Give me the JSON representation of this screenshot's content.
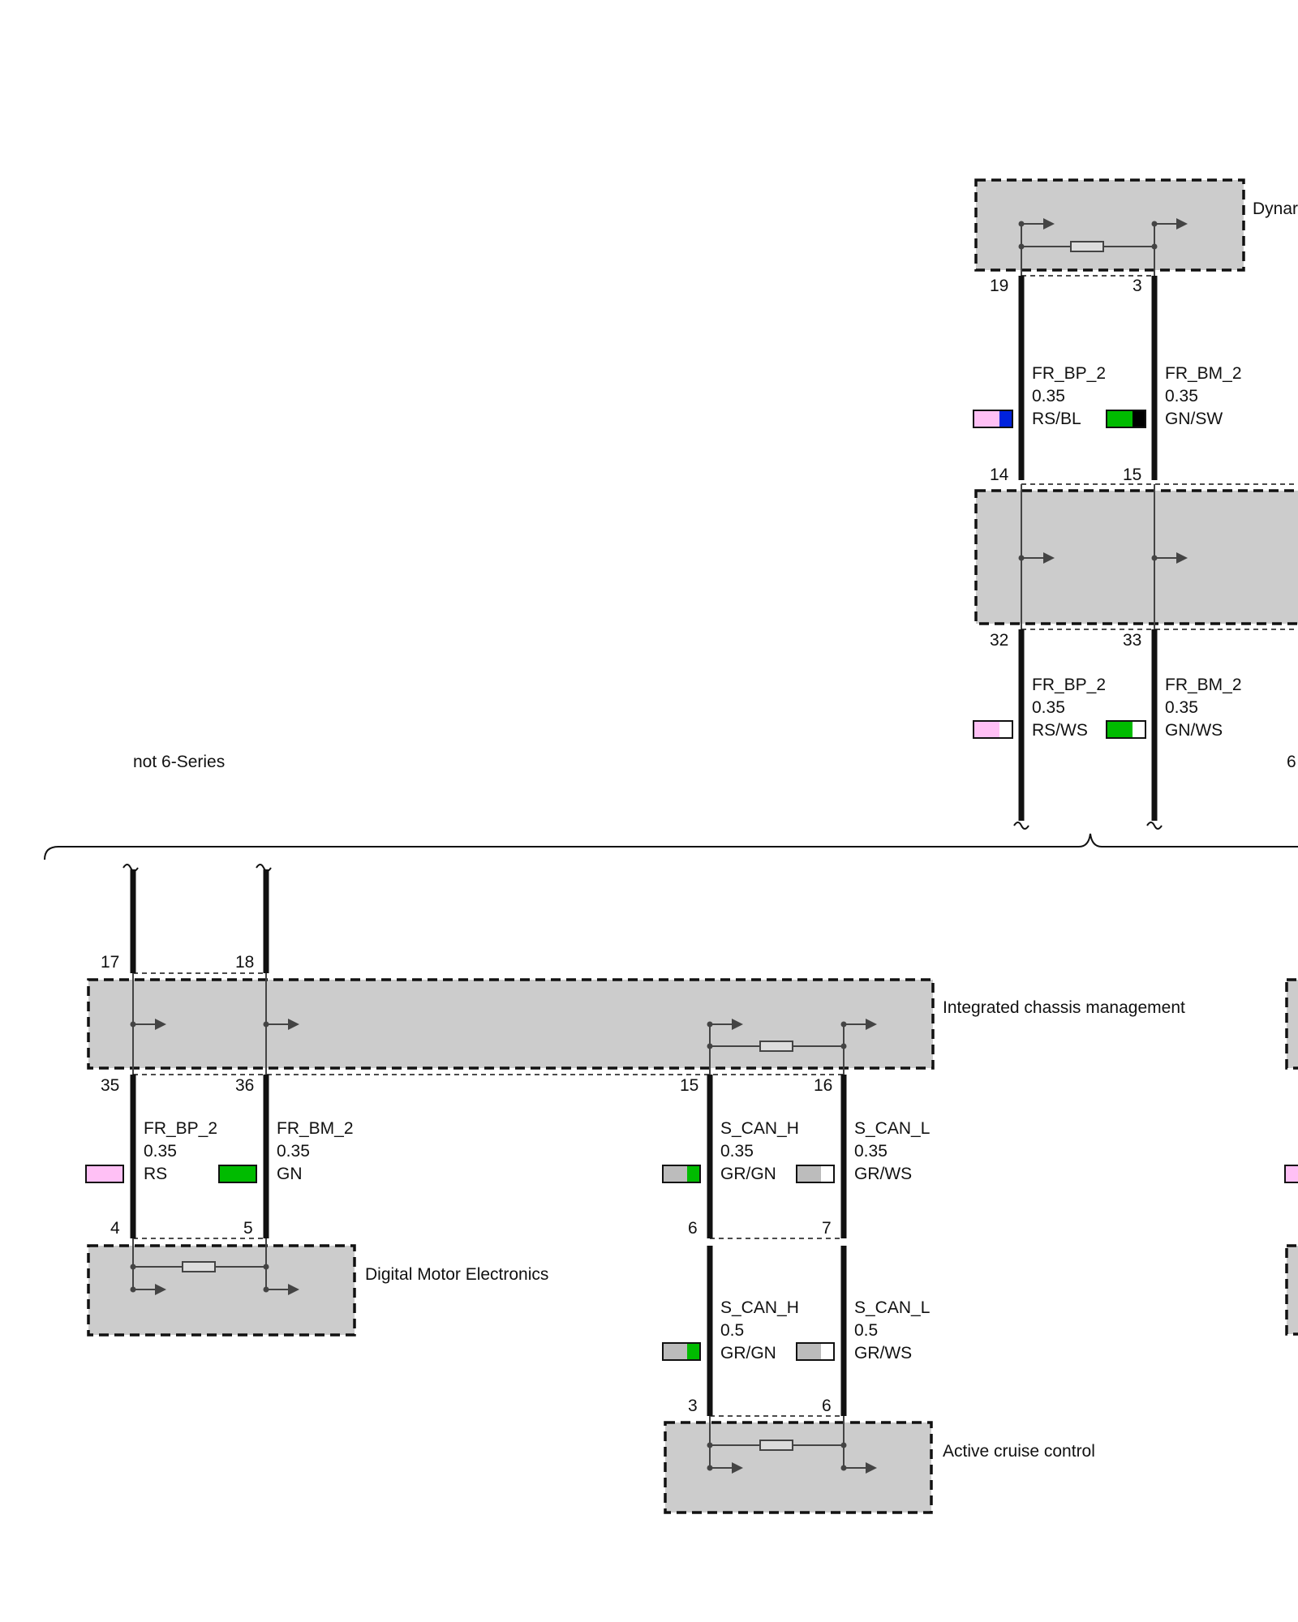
{
  "colors": {
    "RS": "#ffc0f5",
    "BL": "#0022dd",
    "GN": "#00bb00",
    "SW": "#000000",
    "WS": "#ffffff",
    "GR": "#bcbcbc",
    "module_fill": "#cccccc"
  },
  "section_labels": {
    "not_6_series": "not 6-Series",
    "right_edge_6": "6"
  },
  "modules": {
    "dynamic_top": {
      "label": "Dynar"
    },
    "middle_right": {
      "label": ""
    },
    "icm": {
      "label": "Integrated chassis management"
    },
    "dme": {
      "label": "Digital Motor Electronics"
    },
    "acc": {
      "label": "Active cruise control"
    }
  },
  "pins": {
    "p19": "19",
    "p3_top": "3",
    "p14": "14",
    "p15_mid": "15",
    "p32": "32",
    "p33": "33",
    "p17": "17",
    "p18": "18",
    "p35": "35",
    "p36": "36",
    "p15_icm": "15",
    "p16": "16",
    "p4": "4",
    "p5": "5",
    "p6_left": "6",
    "p7": "7",
    "p3_acc": "3",
    "p6_acc": "6"
  },
  "wires": {
    "w_top_bp": {
      "name": "FR_BP_2",
      "gauge": "0.35",
      "color": "RS/BL"
    },
    "w_top_bm": {
      "name": "FR_BM_2",
      "gauge": "0.35",
      "color": "GN/SW"
    },
    "w_mid_bp": {
      "name": "FR_BP_2",
      "gauge": "0.35",
      "color": "RS/WS"
    },
    "w_mid_bm": {
      "name": "FR_BM_2",
      "gauge": "0.35",
      "color": "GN/WS"
    },
    "w_dme_bp": {
      "name": "FR_BP_2",
      "gauge": "0.35",
      "color": "RS"
    },
    "w_dme_bm": {
      "name": "FR_BM_2",
      "gauge": "0.35",
      "color": "GN"
    },
    "w_can_h1": {
      "name": "S_CAN_H",
      "gauge": "0.35",
      "color": "GR/GN"
    },
    "w_can_l1": {
      "name": "S_CAN_L",
      "gauge": "0.35",
      "color": "GR/WS"
    },
    "w_can_h2": {
      "name": "S_CAN_H",
      "gauge": "0.5",
      "color": "GR/GN"
    },
    "w_can_l2": {
      "name": "S_CAN_L",
      "gauge": "0.5",
      "color": "GR/WS"
    }
  }
}
